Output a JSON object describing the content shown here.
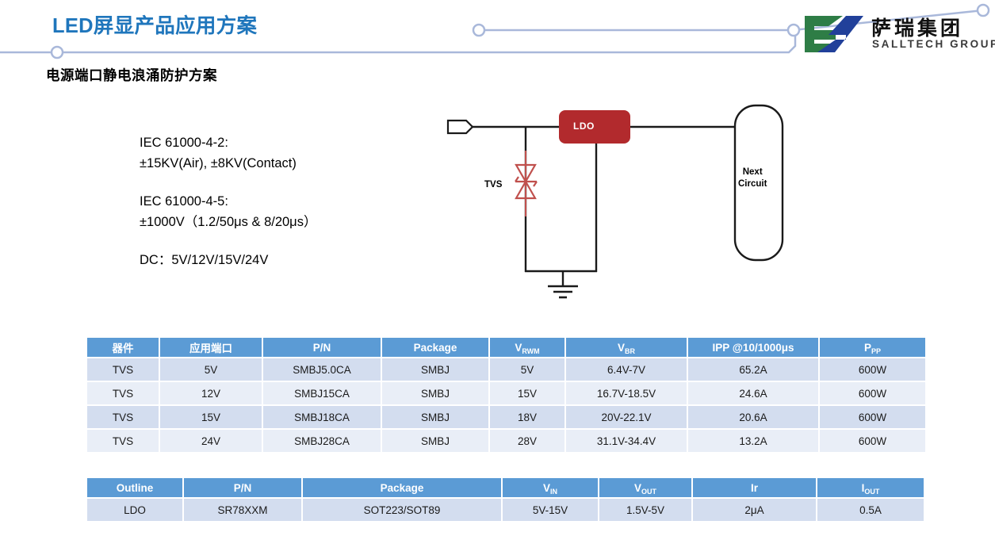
{
  "header": {
    "slide_title": "LED屏显产品应用方案",
    "section_title": "电源端口静电浪涌防护方案",
    "title_color": "#1F76BC",
    "deco_line_color": "#A9B8DA"
  },
  "logo": {
    "name_cn": "萨瑞集团",
    "name_en": "SALLTECH GROUP",
    "mark_green": "#2E7D46",
    "mark_blue": "#21409A"
  },
  "spec": {
    "groups": [
      {
        "lines": [
          "IEC 61000-4-2:",
          "±15KV(Air), ±8KV(Contact)"
        ]
      },
      {
        "lines": [
          "IEC 61000-4-5:",
          "±1000V（1.2/50μs & 8/20μs）"
        ]
      },
      {
        "lines": [
          "DC：5V/12V/15V/24V"
        ]
      }
    ]
  },
  "diagram": {
    "tvs_label": "TVS",
    "ldo_label": "LDO",
    "next_circuit_line1": "Next",
    "next_circuit_line2": "Circuit",
    "ldo_color": "#B22A2D",
    "tvs_color": "#C0504D",
    "wire_color": "#1a1a1a"
  },
  "table_tvs": {
    "headers": [
      {
        "text": "器件",
        "sub": ""
      },
      {
        "text": "应用端口",
        "sub": ""
      },
      {
        "text": "P/N",
        "sub": ""
      },
      {
        "text": "Package",
        "sub": ""
      },
      {
        "text": "V",
        "sub": "RWM"
      },
      {
        "text": "V",
        "sub": "BR"
      },
      {
        "text": "IPP @10/1000μs",
        "sub": ""
      },
      {
        "text": "P",
        "sub": "PP"
      }
    ],
    "rows": [
      [
        "TVS",
        "5V",
        "SMBJ5.0CA",
        "SMBJ",
        "5V",
        "6.4V-7V",
        "65.2A",
        "600W"
      ],
      [
        "TVS",
        "12V",
        "SMBJ15CA",
        "SMBJ",
        "15V",
        "16.7V-18.5V",
        "24.6A",
        "600W"
      ],
      [
        "TVS",
        "15V",
        "SMBJ18CA",
        "SMBJ",
        "18V",
        "20V-22.1V",
        "20.6A",
        "600W"
      ],
      [
        "TVS",
        "24V",
        "SMBJ28CA",
        "SMBJ",
        "28V",
        "31.1V-34.4V",
        "13.2A",
        "600W"
      ]
    ]
  },
  "table_ldo": {
    "headers": [
      {
        "text": "Outline",
        "sub": ""
      },
      {
        "text": "P/N",
        "sub": ""
      },
      {
        "text": "Package",
        "sub": ""
      },
      {
        "text": "V",
        "sub": "IN"
      },
      {
        "text": "V",
        "sub": "OUT"
      },
      {
        "text": "Ir",
        "sub": ""
      },
      {
        "text": "I",
        "sub": "OUT"
      }
    ],
    "rows": [
      [
        "LDO",
        "SR78XXM",
        "SOT223/SOT89",
        "5V-15V",
        "1.5V-5V",
        "2μA",
        "0.5A"
      ]
    ]
  },
  "colors": {
    "header_blue": "#5B9BD5",
    "row_odd": "#D3DDEF",
    "row_even": "#E9EEF7"
  }
}
